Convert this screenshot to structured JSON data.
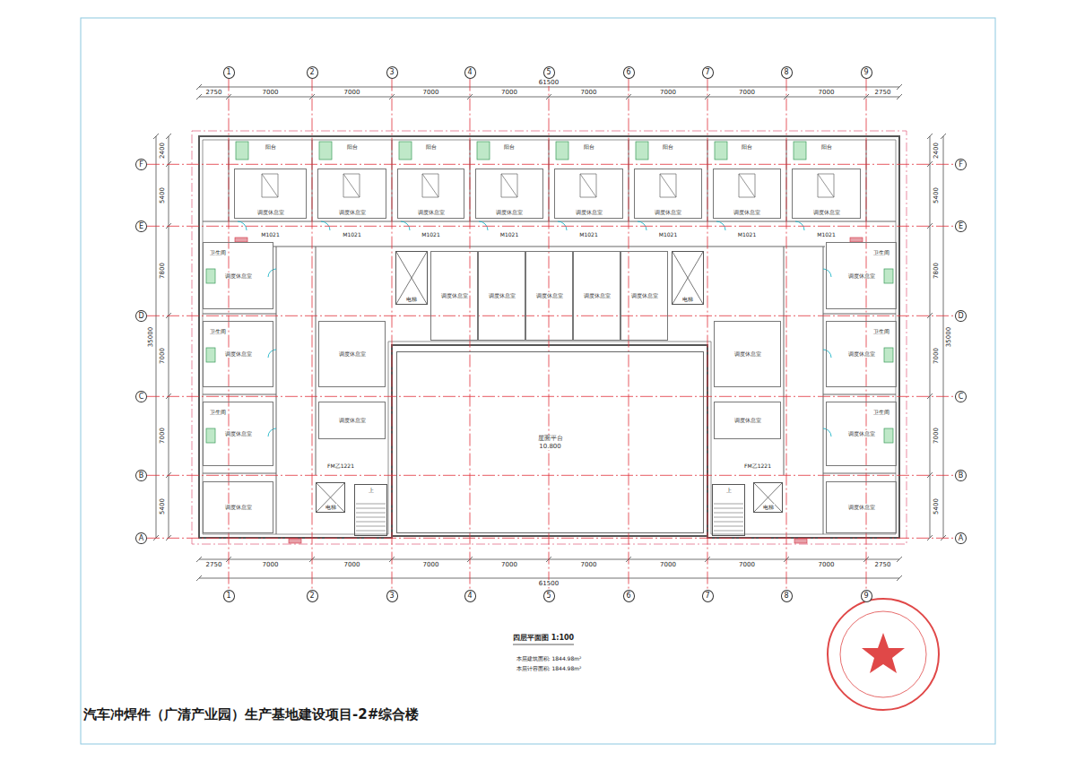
{
  "diagram": {
    "title": "汽车冲焊件（广清产业园）生产基地建设项目-2#综合楼",
    "caption": "四层平面图 1:100",
    "nodes": [
      {
        "text": [
          "1"
        ]
      },
      {
        "text": [
          "2"
        ]
      },
      {
        "text": [
          "3"
        ]
      },
      {
        "text": [
          "4"
        ]
      },
      {
        "text": [
          "5"
        ]
      },
      {
        "text": [
          "6"
        ]
      },
      {
        "text": [
          "7"
        ]
      },
      {
        "text": [
          "8"
        ]
      },
      {
        "text": [
          "9"
        ]
      },
      {
        "text": [
          "F"
        ]
      },
      {
        "text": [
          "E"
        ]
      },
      {
        "text": [
          "D"
        ]
      },
      {
        "text": [
          "C"
        ]
      },
      {
        "text": [
          "B"
        ]
      },
      {
        "text": [
          "A"
        ]
      },
      {
        "text": [
          "F"
        ]
      },
      {
        "text": [
          "E"
        ]
      },
      {
        "text": [
          "D"
        ]
      },
      {
        "text": [
          "C"
        ]
      },
      {
        "text": [
          "B"
        ]
      },
      {
        "text": [
          "A"
        ]
      },
      {
        "text": [
          "1"
        ]
      },
      {
        "text": [
          "2"
        ]
      },
      {
        "text": [
          "3"
        ]
      },
      {
        "text": [
          "4"
        ]
      },
      {
        "text": [
          "5"
        ]
      },
      {
        "text": [
          "6"
        ]
      },
      {
        "text": [
          "7"
        ]
      },
      {
        "text": [
          "8"
        ]
      },
      {
        "text": [
          "9"
        ]
      },
      {
        "text": [
          "调度休息室"
        ]
      },
      {
        "text": [
          "调度休息室"
        ]
      },
      {
        "text": [
          "调度休息室"
        ]
      },
      {
        "text": [
          "调度休息室"
        ]
      },
      {
        "text": [
          "调度休息室"
        ]
      },
      {
        "text": [
          "调度休息室"
        ]
      },
      {
        "text": [
          "调度休息室"
        ]
      },
      {
        "text": [
          "调度休息室"
        ]
      },
      {
        "text": [
          "调度休息室"
        ]
      },
      {
        "text": [
          "调度休息室"
        ]
      },
      {
        "text": [
          "调度休息室"
        ]
      },
      {
        "text": [
          "调度休息室"
        ]
      },
      {
        "text": [
          "调度休息室"
        ]
      },
      {
        "text": [
          "电梯"
        ]
      },
      {
        "text": [
          "电梯"
        ]
      },
      {
        "text": [
          "调度休息室"
        ]
      },
      {
        "text": [
          "调度休息室"
        ]
      },
      {
        "text": [
          "调度休息室"
        ]
      },
      {
        "text": [
          "调度休息室"
        ]
      },
      {
        "text": [
          "调度休息室"
        ]
      },
      {
        "text": [
          "调度休息室"
        ]
      },
      {
        "text": [
          "上"
        ]
      },
      {
        "text": [
          "电梯"
        ]
      },
      {
        "text": [
          "调度休息室"
        ]
      },
      {
        "text": [
          "调度休息室"
        ]
      },
      {
        "text": [
          "调度休息室"
        ]
      },
      {
        "text": [
          "调度休息室"
        ]
      },
      {
        "text": [
          "调度休息室"
        ]
      },
      {
        "text": [
          "调度休息室"
        ]
      },
      {
        "text": [
          "上"
        ]
      },
      {
        "text": [
          "电梯"
        ]
      },
      {
        "text": [
          "屋面平台",
          "10.800"
        ]
      }
    ],
    "edges": [
      {
        "from": 0,
        "to": 21,
        "arrow": "none"
      },
      {
        "from": 1,
        "to": 22,
        "arrow": "none"
      },
      {
        "from": 2,
        "to": 23,
        "arrow": "none"
      },
      {
        "from": 3,
        "to": 24,
        "arrow": "none"
      },
      {
        "from": 4,
        "to": 25,
        "arrow": "none"
      },
      {
        "from": 5,
        "to": 26,
        "arrow": "none"
      },
      {
        "from": 6,
        "to": 27,
        "arrow": "none"
      },
      {
        "from": 7,
        "to": 28,
        "arrow": "none"
      },
      {
        "from": 8,
        "to": 29,
        "arrow": "none"
      },
      {
        "from": 9,
        "to": 15,
        "arrow": "none"
      },
      {
        "from": 10,
        "to": 16,
        "arrow": "none"
      },
      {
        "from": 11,
        "to": 17,
        "arrow": "none"
      },
      {
        "from": 12,
        "to": 18,
        "arrow": "none"
      },
      {
        "from": 13,
        "to": 19,
        "arrow": "none"
      },
      {
        "from": 14,
        "to": 20,
        "arrow": "none"
      }
    ],
    "labels": [
      "61500",
      "2750",
      "7000",
      "7000",
      "7000",
      "7000",
      "7000",
      "7000",
      "7000",
      "7000",
      "2750",
      "2750",
      "7000",
      "7000",
      "7000",
      "7000",
      "7000",
      "7000",
      "7000",
      "7000",
      "2750",
      "61500",
      "35000",
      "2400",
      "5400",
      "7800",
      "7000",
      "7000",
      "5400",
      "35000",
      "2400",
      "5400",
      "7800",
      "7000",
      "7000",
      "5400",
      "阳台",
      "阳台",
      "阳台",
      "阳台",
      "阳台",
      "阳台",
      "阳台",
      "阳台",
      "M1021",
      "M1021",
      "M1021",
      "M1021",
      "M1021",
      "M1021",
      "M1021",
      "M1021",
      "卫生间",
      "卫生间",
      "卫生间",
      "卫生间",
      "卫生间",
      "卫生间",
      "FM乙1221",
      "FM乙1221",
      "本层建筑面积: 1844.98m²",
      "本层计容面积: 1844.98m²"
    ]
  }
}
